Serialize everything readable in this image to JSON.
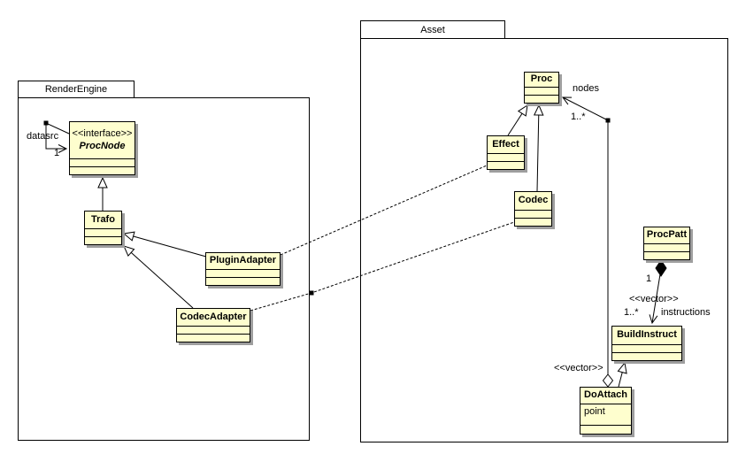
{
  "packages": {
    "render_engine": "RenderEngine",
    "asset": "Asset"
  },
  "classes": {
    "procnode": {
      "stereotype": "<<interface>>",
      "name": "ProcNode"
    },
    "trafo": {
      "name": "Trafo"
    },
    "plugin_adapter": {
      "name": "PluginAdapter"
    },
    "codec_adapter": {
      "name": "CodecAdapter"
    },
    "proc": {
      "name": "Proc"
    },
    "effect": {
      "name": "Effect"
    },
    "codec": {
      "name": "Codec"
    },
    "proc_patt": {
      "name": "ProcPatt"
    },
    "build_instruct": {
      "name": "BuildInstruct"
    },
    "do_attach": {
      "name": "DoAttach",
      "attribute": "point"
    }
  },
  "edge_labels": {
    "datasrc": "datasrc",
    "datasrc_mult": "1",
    "nodes": "nodes",
    "nodes_mult": "1..*",
    "procpatt_mult": "1",
    "instructions_stereotype": "<<vector>>",
    "instructions_mult": "1..*",
    "instructions_name": "instructions",
    "nodes_vector_stereotype": "<<vector>>"
  }
}
